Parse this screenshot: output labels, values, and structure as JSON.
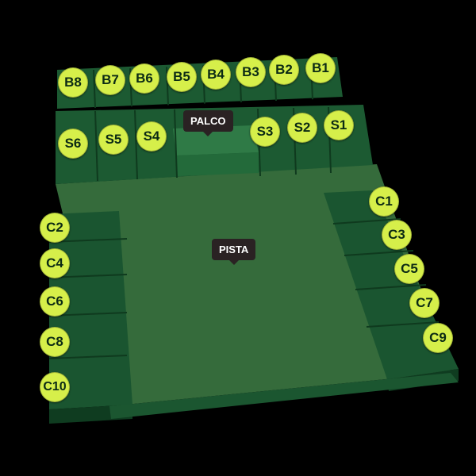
{
  "colors": {
    "background": "#000000",
    "pista": "#356b3b",
    "section_dark": "#17502d",
    "badge": "#d6ef4a",
    "tag_bg": "#2a2223"
  },
  "labels": {
    "palco": "PALCO",
    "pista": "PISTA"
  },
  "sections": {
    "b": [
      "B8",
      "B7",
      "B6",
      "B5",
      "B4",
      "B3",
      "B2",
      "B1"
    ],
    "s_left": [
      "S6",
      "S5",
      "S4"
    ],
    "s_right": [
      "S3",
      "S2",
      "S1"
    ],
    "c_left": [
      "C2",
      "C4",
      "C6",
      "C8",
      "C10"
    ],
    "c_right": [
      "C1",
      "C3",
      "C5",
      "C7",
      "C9"
    ]
  }
}
